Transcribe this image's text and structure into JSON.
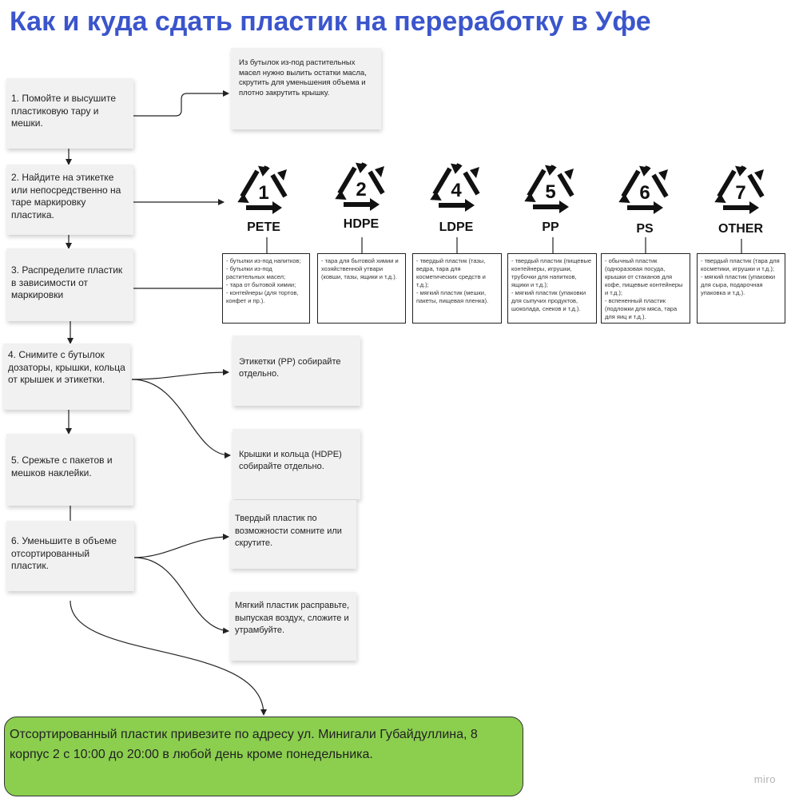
{
  "title": "Как и куда сдать пластик на переработку в Уфе",
  "steps": [
    {
      "text": "1. Помойте и высушите пластиковую тару и мешки."
    },
    {
      "text": "2. Найдите на этикетке или непосредственно на таре маркировку пластика."
    },
    {
      "text": "3. Распределите пластик в зависимости от маркировки"
    },
    {
      "text": "4. Снимите с бутылок дозаторы, крышки, кольца от крышек и этикетки."
    },
    {
      "text": "5. Срежьте с пакетов и мешков наклейки."
    },
    {
      "text": "6. Уменьшите в объеме отсортированный пластик."
    }
  ],
  "notes": {
    "oil": "Из бутылок  из-под растительных масел нужно вылить остатки масла, скрутить для уменьшения объема и плотно закрутить крышку.",
    "labels": "Этикетки (PP) собирайте отдельно.",
    "caps": "Крышки и кольца (HDPE) собирайте отдельно.",
    "hard": "Твердый пластик по возможности сомните или скрутите.",
    "soft": "Мягкий пластик расправьте, выпуская воздух, сложите и утрамбуйте."
  },
  "codes": [
    {
      "number": "1",
      "label": "PETE",
      "items": "- бутылки из-под напитков;\n- бутылки из-под растительных масел;\n- тара от бытовой химии;\n- контейнеры (для тортов, конфет и пр.)."
    },
    {
      "number": "2",
      "label": "HDPE",
      "items": "- тара для  бытовой химии и хозяйственной утвари (ковши, тазы, ящики и т.д.)."
    },
    {
      "number": "4",
      "label": "LDPE",
      "items": "- твердый пластик (тазы, ведра, тара для косметических средств и т.д.);\n- мягкий пластик (мешки, пакеты, пищевая пленка)."
    },
    {
      "number": "5",
      "label": "PP",
      "items": "- твердый пластик (пищевые контейнеры, игрушки, трубочки для напитков, ящики и т.д.);\n- мягкий пластик (упаковки для сыпучих продуктов, шоколада, снеков и т.д.)."
    },
    {
      "number": "6",
      "label": "PS",
      "items": "- обычный пластик (одноразовая посуда, крышки от стаканов для кофе, пищевые контейнеры и т.д.);\n- вспененный пластик (подложки для мяса, тара для яиц и т.д.)."
    },
    {
      "number": "7",
      "label": "OTHER",
      "items": "- твердый пластик  (тара для косметики, игрушки и т.д.);\n- мягкий пластик (упаковки для сыра, подарочная упаковка и т.д.)."
    }
  ],
  "final": "Отсортированный пластик привезите по адресу ул. Минигали Губайдуллина, 8 корпус 2 с 10:00 до 20:00 в любой день кроме понедельника.",
  "watermark": "miro",
  "colors": {
    "title": "#3b55cc",
    "final_bg": "#8ccf4f",
    "sticky": "#f1f1f2"
  }
}
